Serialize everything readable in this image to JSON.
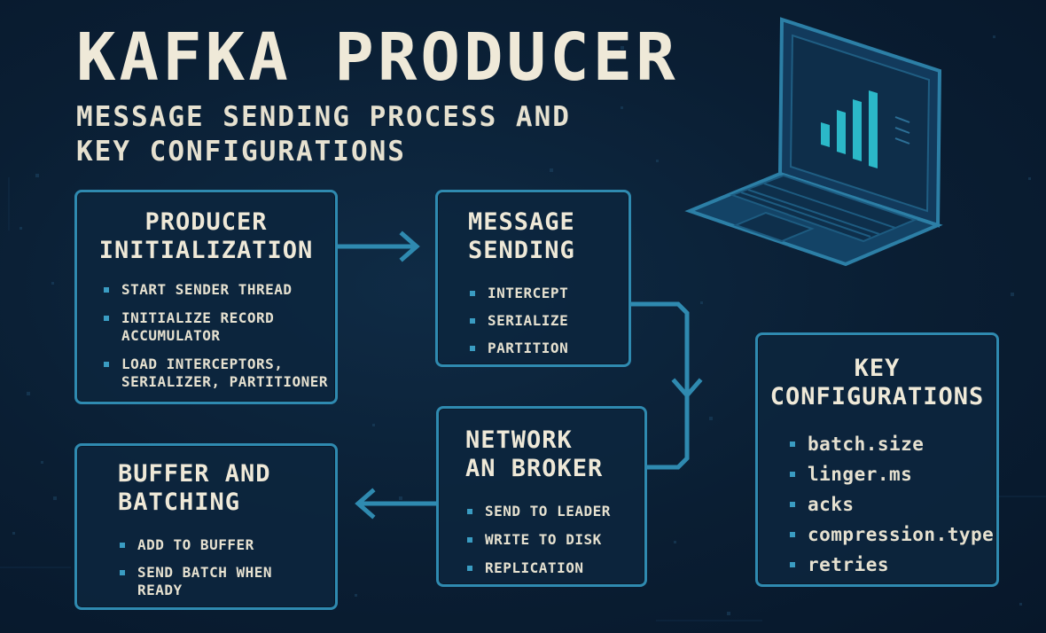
{
  "header": {
    "title": "KAFKA PRODUCER",
    "subtitle_line1": "MESSAGE SENDING PROCESS AND",
    "subtitle_line2": "KEY CONFIGURATIONS"
  },
  "boxes": {
    "producer_init": {
      "title": "PRODUCER\nINITIALIZATION",
      "items": [
        "START SENDER THREAD",
        "INITIALIZE RECORD\nACCUMULATOR",
        "LOAD INTERCEPTORS,\nSERIALIZER, PARTITIONER"
      ]
    },
    "message_sending": {
      "title": "MESSAGE\nSENDING",
      "items": [
        "INTERCEPT",
        "SERIALIZE",
        "PARTITION"
      ]
    },
    "network_broker": {
      "title": "NETWORK\nAN BROKER",
      "items": [
        "SEND TO LEADER",
        "WRITE TO DISK",
        "REPLICATION"
      ]
    },
    "buffer_batching": {
      "title": "BUFFER AND\nBATCHING",
      "items": [
        "ADD TO BUFFER",
        "SEND BATCH WHEN\nREADY"
      ]
    },
    "key_configs": {
      "title": "KEY\nCONFIGURATIONS",
      "items": [
        "batch.size",
        "linger.ms",
        "acks",
        "compression.type",
        "retries"
      ]
    }
  },
  "colors": {
    "background": "#0a1e33",
    "box_border": "#2f8ab0",
    "arrow": "#2f8ab0",
    "text": "#efe9d8",
    "laptop_bars": "#2bb8c8"
  },
  "icons": {
    "illustration": "laptop-icon",
    "chart": "bar-chart-icon"
  }
}
